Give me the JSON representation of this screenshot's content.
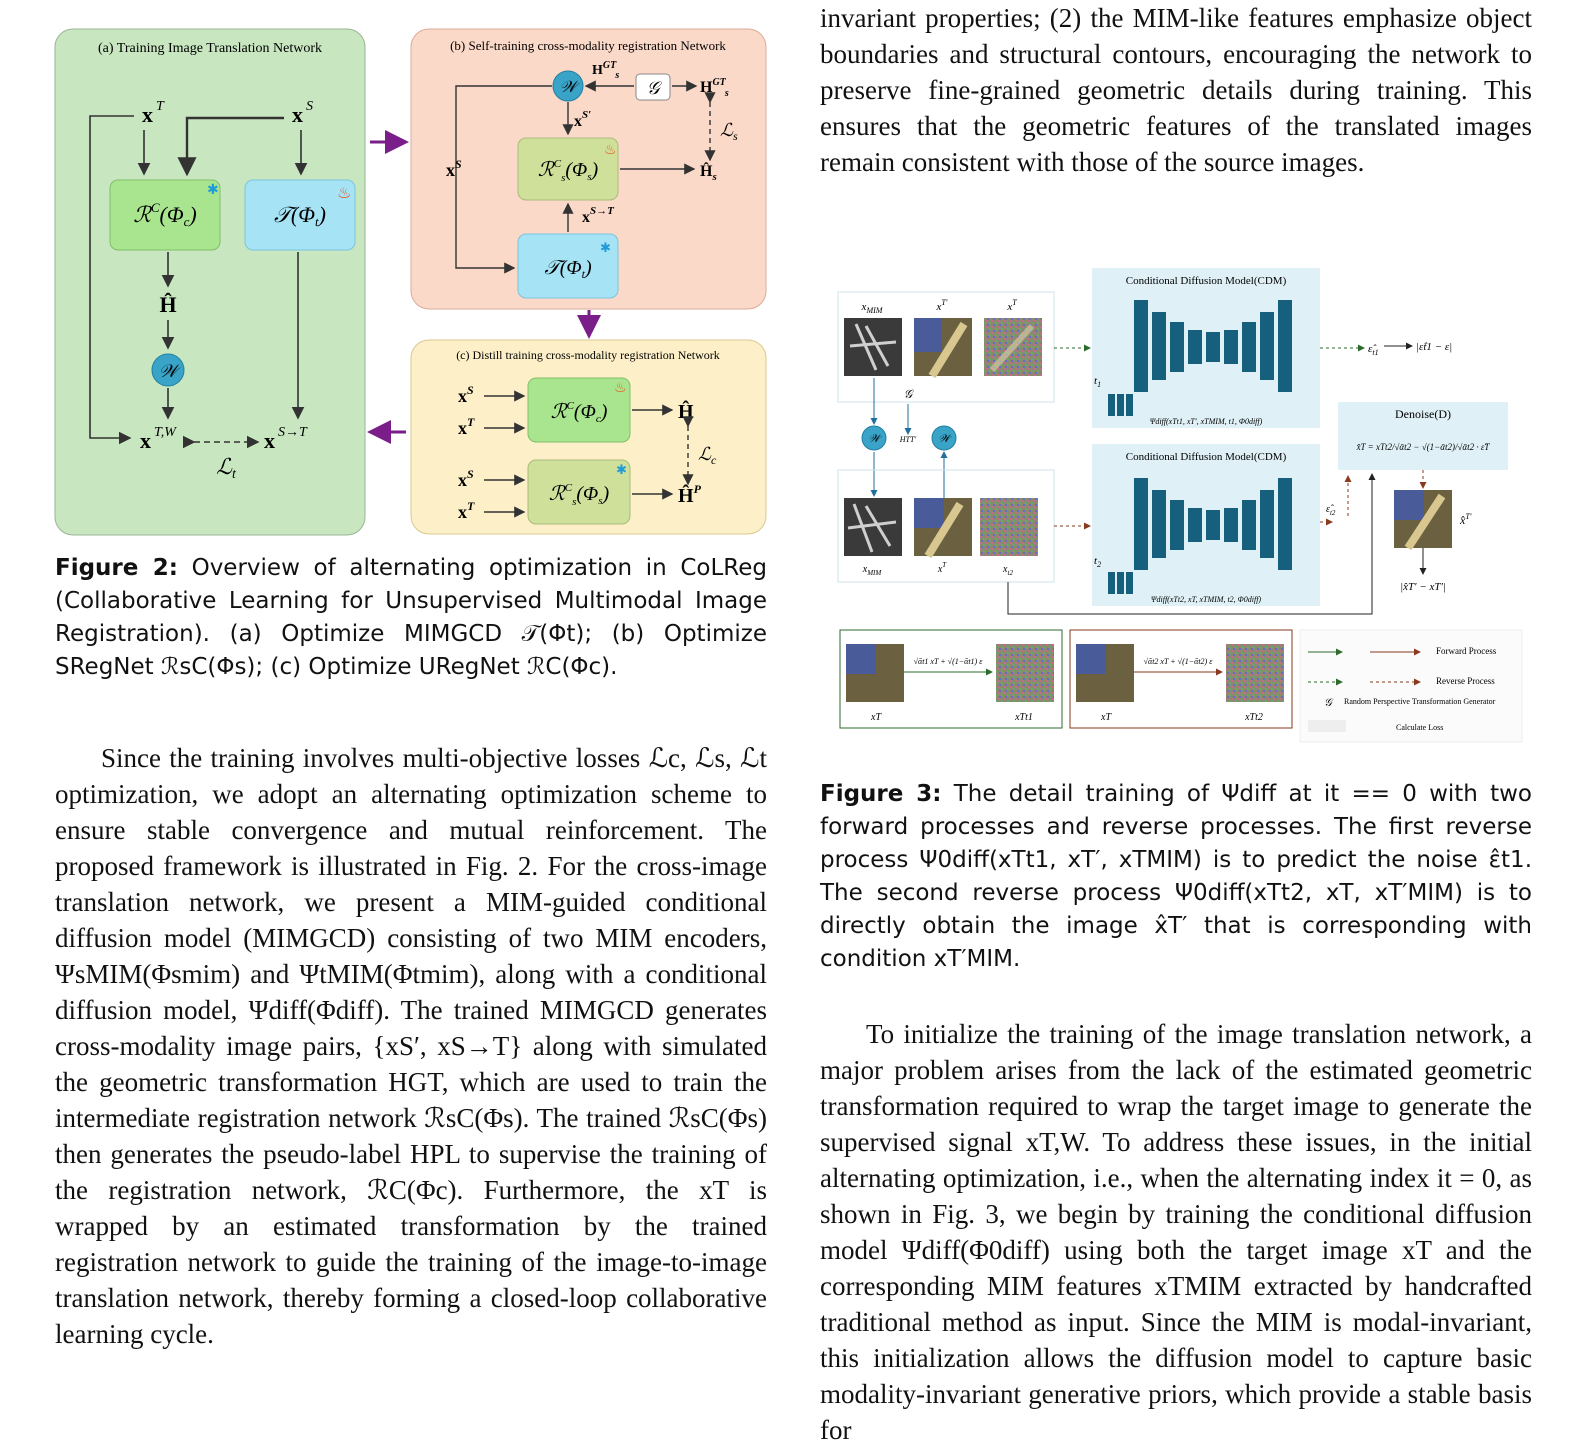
{
  "figure2": {
    "panel_a_title": "(a) Training Image Translation  Network",
    "panel_b_title": "(b) Self-training cross-modality registration Network",
    "panel_c_title": "(c) Distill training cross-modality registration Network",
    "caption_label": "Figure 2:",
    "caption_text": "Overview of alternating optimization in CoLReg (Collaborative Learning for Unsupervised Multimodal Image Registration). (a) Optimize MIMGCD 𝒯(Φt); (b) Optimize SRegNet ℛsC(Φs); (c) Optimize URegNet ℛC(Φc)."
  },
  "figure3": {
    "cdm_title_top": "Conditional Diffusion Model(CDM)",
    "cdm_title_bottom": "Conditional Diffusion Model(CDM)",
    "denoise_title": "Denoise(D)",
    "legend_forward": "Forward Process",
    "legend_reverse": "Reverse Process",
    "legend_generator": "Random Perspective Transformation Generator",
    "legend_loss": "Calculate Loss",
    "caption_label": "Figure 3:",
    "caption_text": "The detail training of Ψdiff at it == 0 with two forward processes and reverse processes. The first reverse process Ψ0diff(xTt1, xT′, xTMIM) is to predict the noise ε̂t1. The second reverse process Ψ0diff(xTt2, xT, xT′MIM) is to directly obtain the image x̂T′ that is corresponding with condition xT′MIM."
  },
  "left_paragraph": "Since the training involves multi-objective losses ℒc, ℒs, ℒt optimization, we adopt an alternating optimization scheme to ensure stable convergence and mutual reinforcement. The proposed framework is illustrated in Fig. 2. For the cross-image translation network, we present a MIM-guided conditional diffusion model (MIMGCD) consisting of two MIM encoders, ΨsMIM(Φsmim) and ΨtMIM(Φtmim), along with a conditional diffusion model, Ψdiff(Φdiff). The trained MIMGCD generates cross-modality image pairs, {xS′, xS→T} along with simulated the geometric transformation HGT, which are used to train the intermediate registration network ℛsC(Φs). The trained ℛsC(Φs) then generates the pseudo-label HPL to supervise the training of the registration network, ℛC(Φc). Furthermore, the xT is wrapped by an estimated transformation by the trained registration network to guide the training of the image-to-image translation network, thereby forming a closed-loop collaborative learning cycle.",
  "right_top_paragraph": "invariant properties; (2) the MIM-like features emphasize object boundaries and structural contours, encouraging the network to preserve fine-grained geometric details during training. This ensures that the geometric features of the translated images remain consistent with those of the source images.",
  "right_bottom_paragraph": "To initialize the training of the image translation network, a major problem arises from the lack of the estimated geometric transformation required to wrap the target image to generate the supervised signal xT,W. To address these issues, in the initial alternating optimization, i.e., when the alternating index it = 0, as shown in Fig. 3, we begin by training the conditional diffusion model Ψdiff(Φ0diff) using both the target image xT and the corresponding MIM features xTMIM extracted by handcrafted traditional method as input. Since the MIM is modal-invariant, this initialization allows the diffusion model to capture basic modality-invariant generative priors, which provide a stable basis for",
  "colors": {
    "panel_a": "#c8e6c0",
    "panel_b": "#fbd9c8",
    "panel_c": "#fdf0c8",
    "arrow_purple": "#7a1f8a",
    "unet_blue": "#16607e",
    "forward_green": "#2e6b2e",
    "reverse_brown": "#8a3a1e"
  }
}
